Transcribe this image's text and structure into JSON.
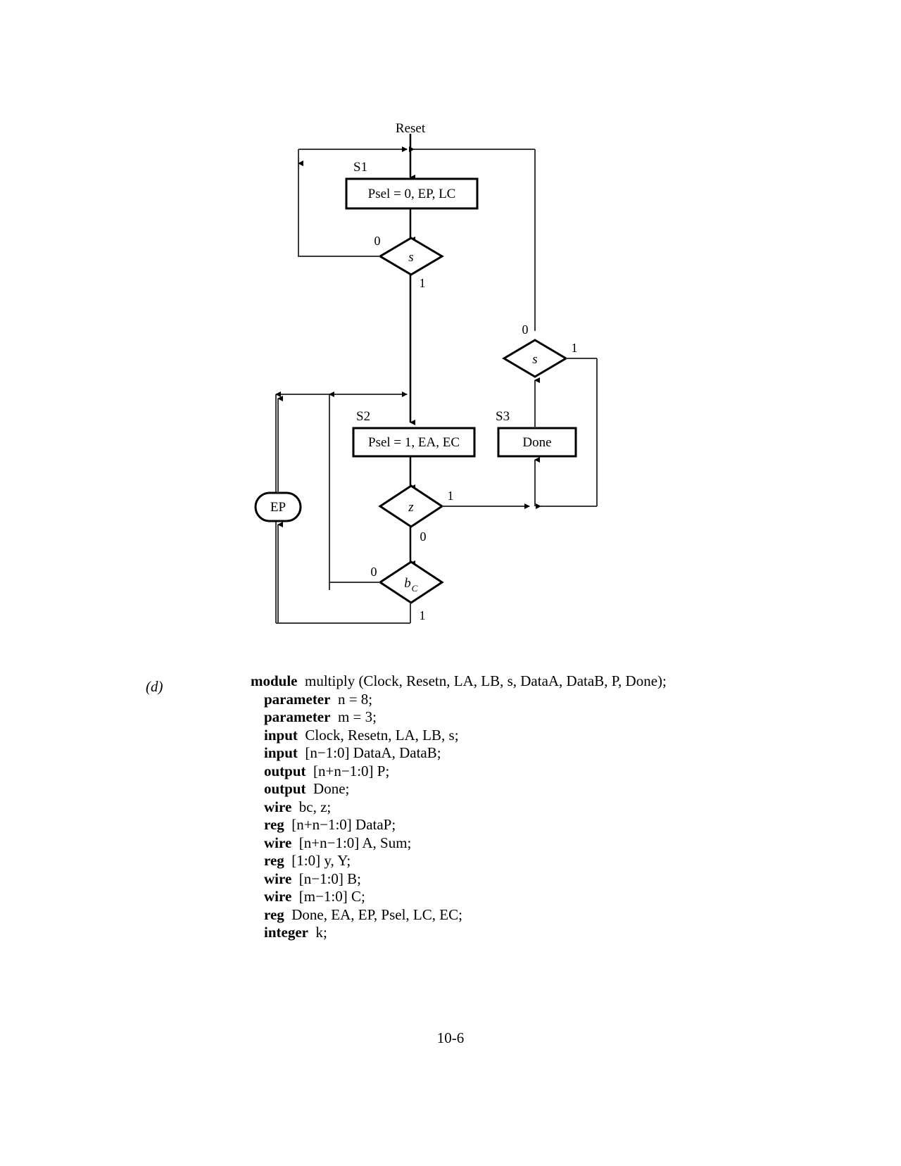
{
  "document": {
    "page_number": "10-6",
    "part_marker": "(d)"
  },
  "asm_chart": {
    "reset_label": "Reset",
    "state_s1": {
      "name": "S1",
      "output": "Psel = 0, EP, LC"
    },
    "state_s2": {
      "name": "S2",
      "output": "Psel = 1, EA, EC"
    },
    "state_s3": {
      "name": "S3",
      "output": "Done"
    },
    "decision_s_top": {
      "condition": "s",
      "branch_false": "0",
      "branch_true": "1"
    },
    "decision_s_right": {
      "condition": "s",
      "branch_false": "0",
      "branch_true": "1"
    },
    "decision_z": {
      "condition": "z",
      "branch_true": "1",
      "branch_false": "0"
    },
    "decision_bc": {
      "condition_base": "b",
      "condition_sub": "C",
      "branch_false": "0",
      "branch_true": "1"
    },
    "conditional_output_ep": "EP"
  },
  "code": {
    "lines": [
      {
        "keyword": "module",
        "rest": "  multiply (Clock, Resetn, LA, LB, s, DataA, DataB, P, Done);",
        "indent": false
      },
      {
        "keyword": "parameter",
        "rest": "  n = 8;",
        "indent": true
      },
      {
        "keyword": "parameter",
        "rest": "  m = 3;",
        "indent": true
      },
      {
        "keyword": "input",
        "rest": "  Clock, Resetn, LA, LB, s;",
        "indent": true
      },
      {
        "keyword": "input",
        "rest": "  [n−1:0] DataA, DataB;",
        "indent": true
      },
      {
        "keyword": "output",
        "rest": "  [n+n−1:0] P;",
        "indent": true
      },
      {
        "keyword": "output",
        "rest": "  Done;",
        "indent": true
      },
      {
        "keyword": "wire",
        "rest": "  bc, z;",
        "indent": true
      },
      {
        "keyword": "reg",
        "rest": "  [n+n−1:0] DataP;",
        "indent": true
      },
      {
        "keyword": "wire",
        "rest": "  [n+n−1:0] A, Sum;",
        "indent": true
      },
      {
        "keyword": "reg",
        "rest": "  [1:0] y, Y;",
        "indent": true
      },
      {
        "keyword": "wire",
        "rest": "  [n−1:0] B;",
        "indent": true
      },
      {
        "keyword": "wire",
        "rest": "  [m−1:0] C;",
        "indent": true
      },
      {
        "keyword": "reg",
        "rest": "  Done, EA, EP, Psel, LC, EC;",
        "indent": true
      },
      {
        "keyword": "integer",
        "rest": "  k;",
        "indent": true
      }
    ]
  }
}
